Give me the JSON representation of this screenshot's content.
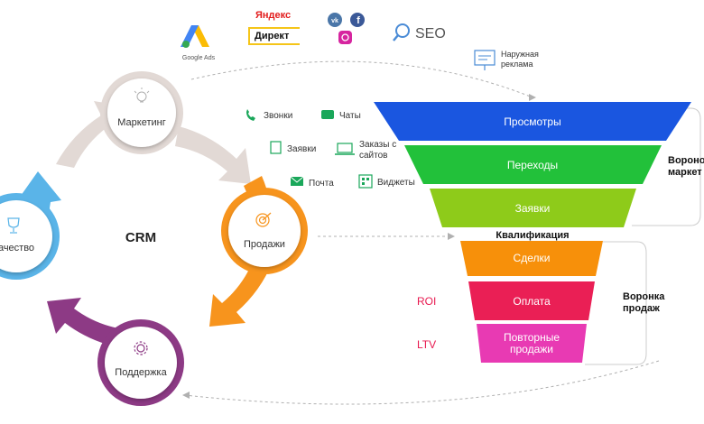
{
  "cycle": {
    "center": "CRM",
    "nodes": {
      "marketing": "Маркетинг",
      "sales": "Продажи",
      "support": "Поддержка",
      "quality": "ачество"
    }
  },
  "logos": {
    "google_ads": "Google Ads",
    "yandex": "Яндекс",
    "direct": "Директ",
    "seo": "SEO",
    "outdoor": "Наружная\nреклама"
  },
  "channels": {
    "calls": "Звонки",
    "chats": "Чаты",
    "requests": "Заявки",
    "site_orders": "Заказы с\nсайтов",
    "mail": "Почта",
    "widgets": "Виджеты"
  },
  "funnel": {
    "stages": [
      {
        "label": "Просмотры",
        "color": "#1a56e0"
      },
      {
        "label": "Переходы",
        "color": "#22c13a"
      },
      {
        "label": "Заявки",
        "color": "#8ecb1a"
      },
      {
        "label": "Сделки",
        "color": "#f7900a"
      },
      {
        "label": "Оплата",
        "color": "#ea1f55"
      },
      {
        "label": "Повторные\nпродажи",
        "color": "#e83ab3"
      }
    ],
    "qualification": "Квалификация",
    "marketing_funnel": "Вороно\nмаркет",
    "sales_funnel": "Воронка\nпродаж",
    "roi": "ROI",
    "ltv": "LTV"
  },
  "colors": {
    "marketing_arc": "#e2d9d5",
    "sales_arc": "#f7941d",
    "support_arc": "#8d3a85",
    "quality_arc": "#5ab4e8"
  }
}
